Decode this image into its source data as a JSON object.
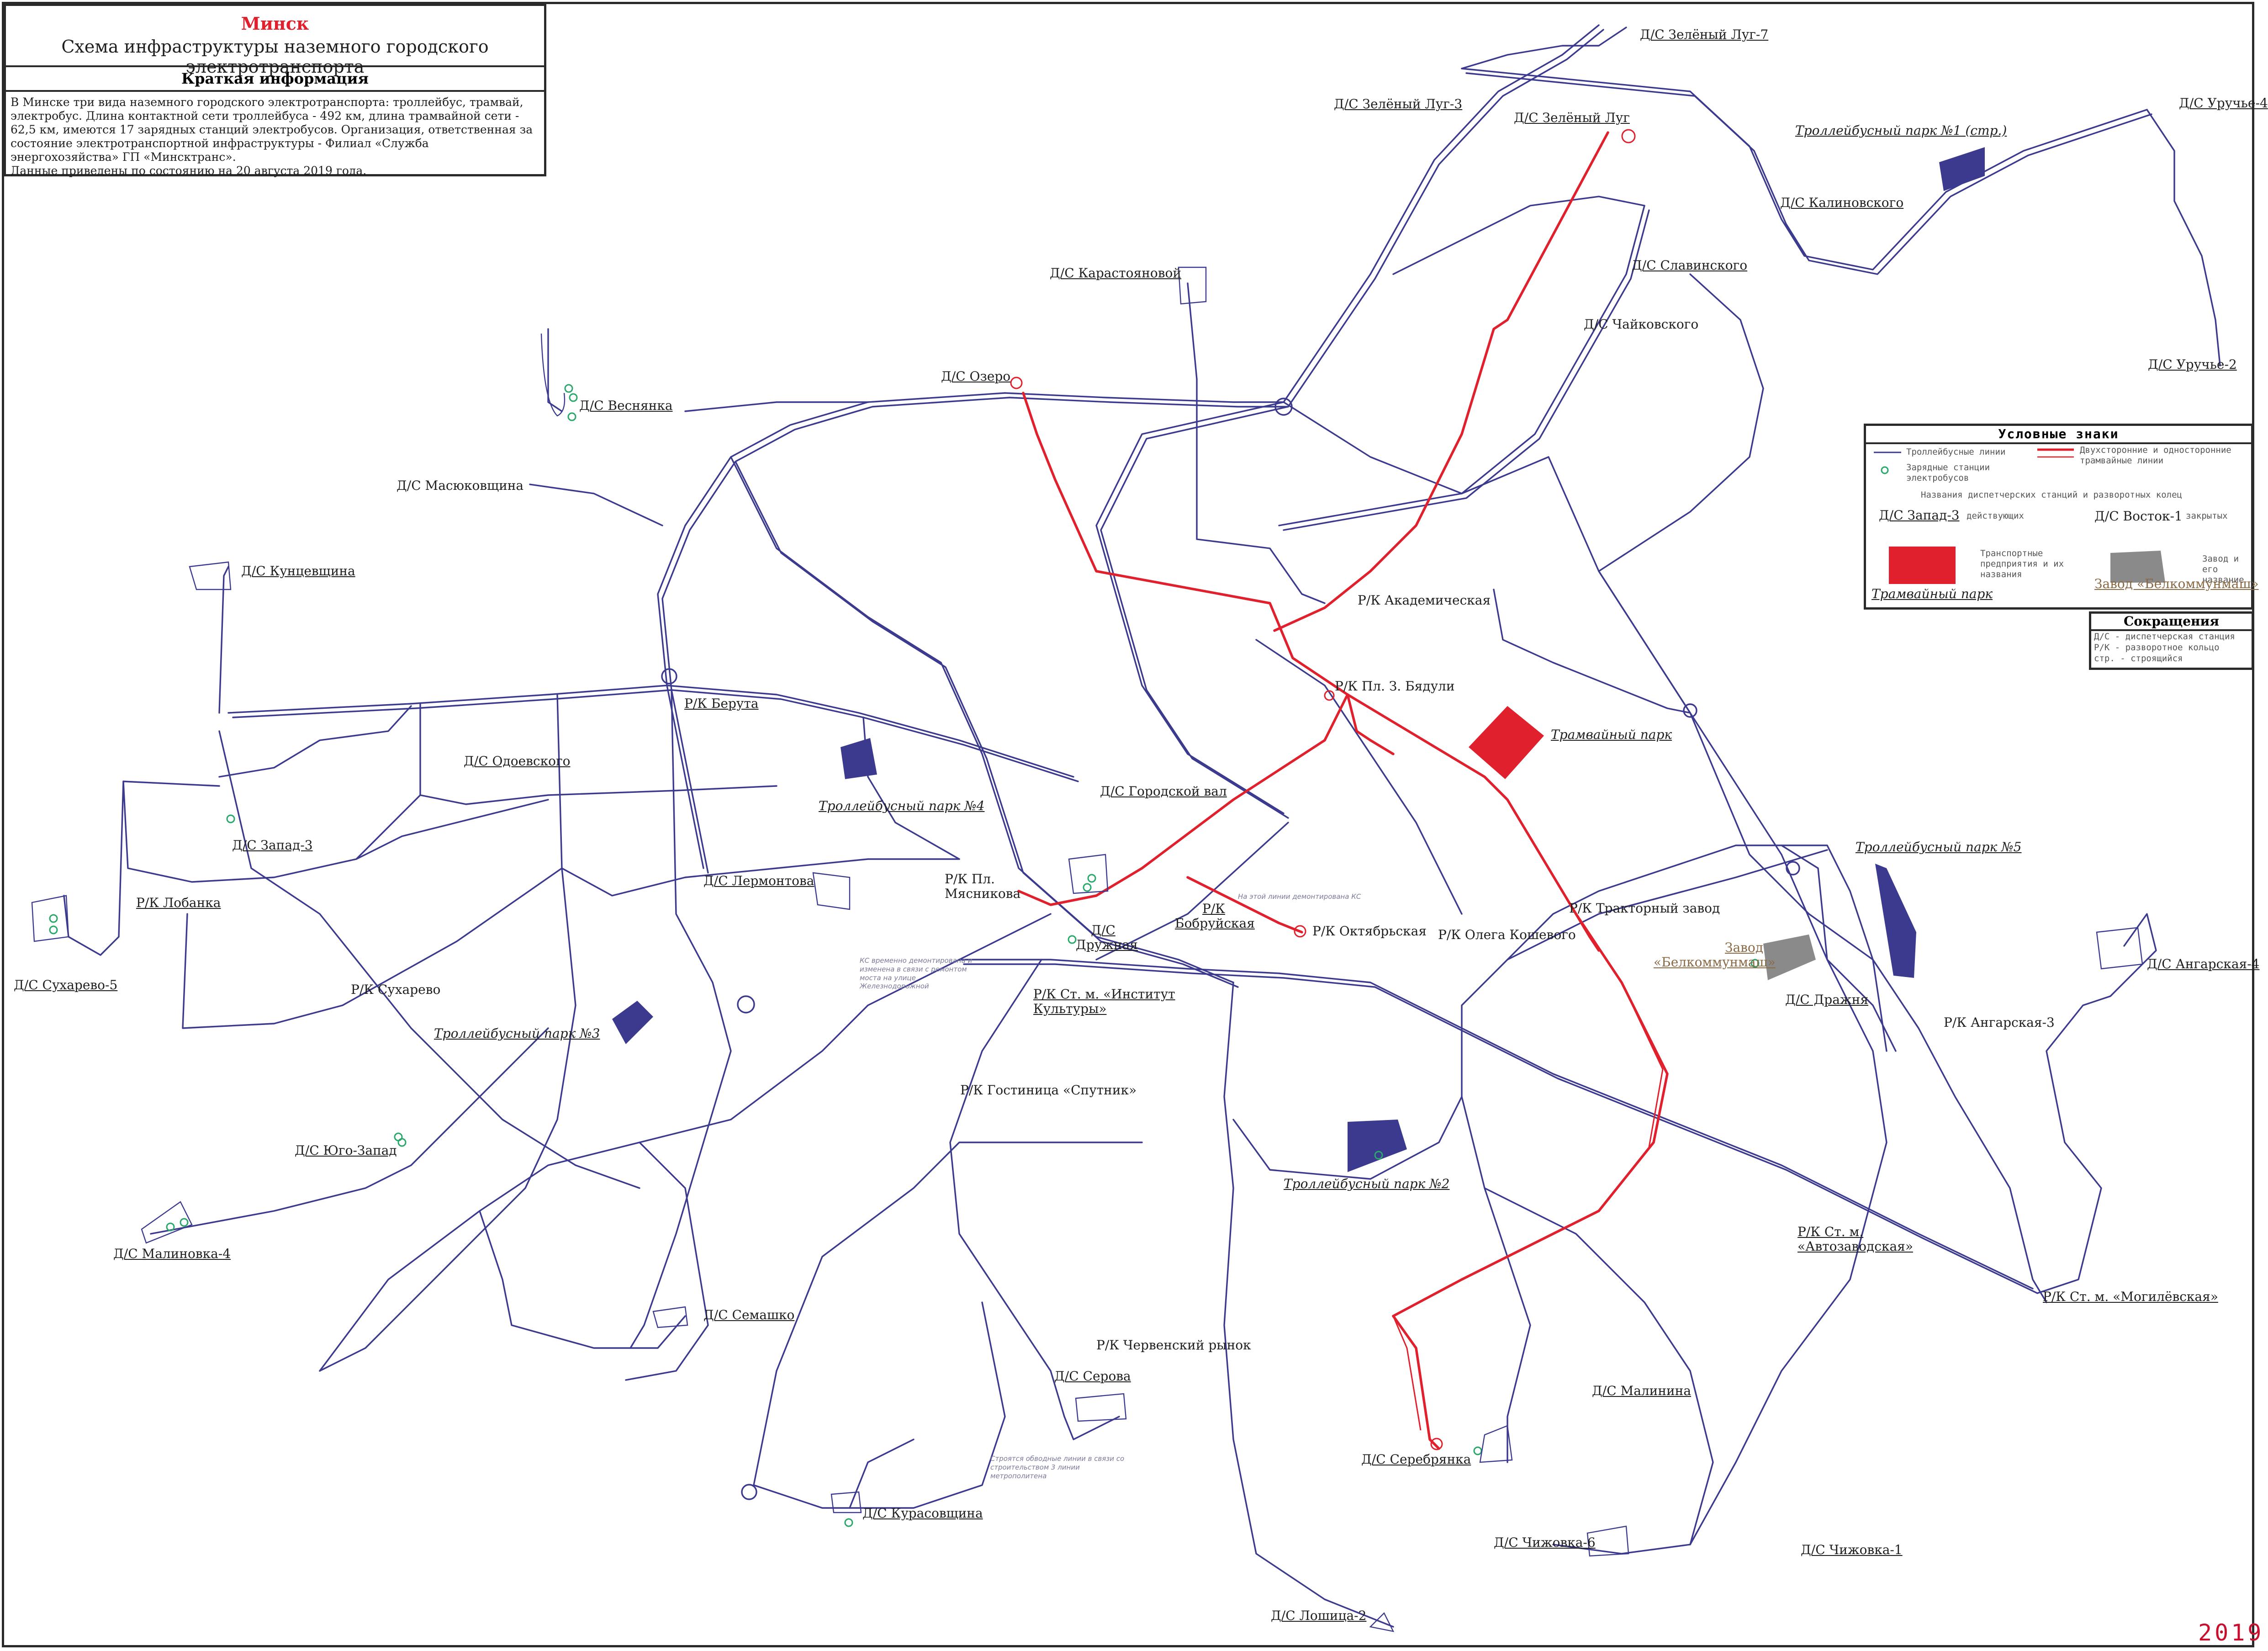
{
  "info": {
    "city": "Минск",
    "subtitle": "Схема инфраструктуры наземного городского электротранспорта",
    "brief_title": "Краткая информация",
    "text": "В Минске три вида наземного городского электротранспорта: троллейбус, трамвай, электробус. Длина контактной сети троллейбуса - 492 км, длина трамвайной сети - 62,5 км, имеются 17 зарядных станций электробусов. Организация, ответственная за состояние электротранспортной инфраструктуры - Филиал «Служба энергохозяйства» ГП «Минсктранс».",
    "date_note": "Данные приведены по состоянию на 20 августа 2019 года."
  },
  "legend": {
    "title": "Условные знаки",
    "trolley_lines": "Троллейбусные линии",
    "tram_lines": "Двухсторонние и односторонние трамвайные линии",
    "charging": "Зарядные станции электробусов",
    "names_title": "Названия диспетчерских станций и разворотных колец",
    "active_example": "Д/С Запад-3",
    "active": "действующих",
    "closed_example": "Д/С Восток-1",
    "closed": "закрытых",
    "enterprises": "Транспортные предприятия и их названия",
    "depot_example": "Трамвайный парк",
    "factory": "Завод и его название",
    "factory_example": "Завод «Белкоммунмаш»"
  },
  "abbr": {
    "title": "Сокращения",
    "items": [
      "Д/С - диспетчерская станция",
      "Р/К - разворотное кольцо",
      "стр. - строящийся"
    ]
  },
  "labels": [
    {
      "text": "Д/С Зелёный Луг-7"
    },
    {
      "text": "Д/С Зелёный Луг-3"
    },
    {
      "text": "Д/С Зелёный Луг"
    },
    {
      "text": "Троллейбусный парк №1 (стр.)"
    },
    {
      "text": "Д/С Уручье-4"
    },
    {
      "text": "Д/С Калиновского"
    },
    {
      "text": "Д/С Славинского"
    },
    {
      "text": "Д/С Чайковского"
    },
    {
      "text": "Д/С Карастояновой"
    },
    {
      "text": "Д/С Уручье-2"
    },
    {
      "text": "Д/С Озеро"
    },
    {
      "text": "Д/С Веснянка"
    },
    {
      "text": "Д/С Масюковщина"
    },
    {
      "text": "Д/С Кунцевщина"
    },
    {
      "text": "Р/К Академическая"
    },
    {
      "text": "Р/К Пл. З. Бядули"
    },
    {
      "text": "Трамвайный парк"
    },
    {
      "text": "Р/К Берута"
    },
    {
      "text": "Д/С Одоевского"
    },
    {
      "text": "Троллейбусный парк №4"
    },
    {
      "text": "Д/С Городской вал"
    },
    {
      "text": "Д/С Запад-3"
    },
    {
      "text": "Д/С Лермонтова"
    },
    {
      "text": "Р/К Лобанка"
    },
    {
      "text": "Д/С Сухарево-5"
    },
    {
      "text": "Р/К Сухарево"
    },
    {
      "text": "Р/К Пл. Мясникова"
    },
    {
      "text": "Д/С Дружная"
    },
    {
      "text": "Р/К Бобруйская"
    },
    {
      "text": "Р/К Октябрьская"
    },
    {
      "text": "Р/К Тракторный завод"
    },
    {
      "text": "Р/К Олега Кошевого"
    },
    {
      "text": "Троллейбусный парк №5"
    },
    {
      "text": "Завод «Белкоммунмаш»"
    },
    {
      "text": "Д/С Дражня"
    },
    {
      "text": "Д/С Ангарская-4"
    },
    {
      "text": "Р/К Ангарская-3"
    },
    {
      "text": "Р/К Ст. м. «Институт Культуры»"
    },
    {
      "text": "Троллейбусный парк №3"
    },
    {
      "text": "Р/К Гостиница «Спутник»"
    },
    {
      "text": "Троллейбусный парк №2"
    },
    {
      "text": "Д/С Юго-Запад"
    },
    {
      "text": "Д/С Малиновка-4"
    },
    {
      "text": "Д/С Семашко"
    },
    {
      "text": "Р/К Ст. м. «Автозаводская»"
    },
    {
      "text": "Р/К Ст. м. «Могилёвская»"
    },
    {
      "text": "Р/К Червенский рынок"
    },
    {
      "text": "Д/С Малинина"
    },
    {
      "text": "Д/С Серова"
    },
    {
      "text": "Д/С Серебрянка"
    },
    {
      "text": "Д/С Курасовщина"
    },
    {
      "text": "Д/С Чижовка-6"
    },
    {
      "text": "Д/С Чижовка-1"
    },
    {
      "text": "Д/С Лошица-2"
    }
  ],
  "notes": [
    "На этой линии демонтирована КС",
    "КС временно демонтирована и изменена в связи с ремонтом моста на улице Железнодорожной",
    "Строятся обводные линии в связи со строительством 3 линии метрополитена"
  ],
  "year": "2019",
  "colors": {
    "trolley": "#3c3a8e",
    "tram": "#e0202c",
    "depot_fill": "#3b3a8e",
    "tram_depot_fill": "#e0202c",
    "factory_fill": "#8a8a8a",
    "charging": "#2aa86a"
  }
}
